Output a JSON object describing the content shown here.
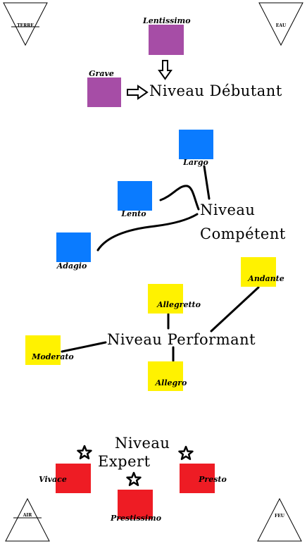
{
  "elements": {
    "earth": "TERRE",
    "water": "EAU",
    "air": "AIR",
    "fire": "FEU"
  },
  "colors": {
    "debutant": "#a64da6",
    "competent": "#0a7bff",
    "performant": "#fff200",
    "expert": "#ee1c24"
  },
  "levels": {
    "debutant": {
      "label": "Niveau Débutant",
      "tempos": [
        "Lentissimo",
        "Grave"
      ]
    },
    "competent": {
      "line1": "Niveau",
      "line2": "Compétent",
      "tempos": [
        "Largo",
        "Lento",
        "Adagio"
      ]
    },
    "performant": {
      "label": "Niveau Performant",
      "tempos": [
        "Andante",
        "Allegretto",
        "Moderato",
        "Allegro"
      ]
    },
    "expert": {
      "line1": "Niveau",
      "line2": "Expert",
      "tempos": [
        "Vivace",
        "Presto",
        "Prestissimo"
      ]
    }
  }
}
